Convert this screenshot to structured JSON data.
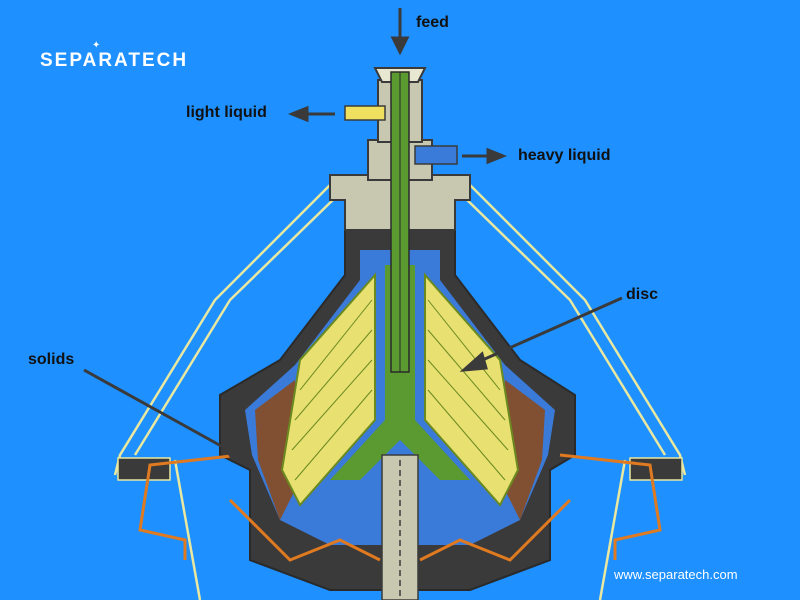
{
  "brand": {
    "name": "SEPARATECH",
    "website": "www.separatech.com"
  },
  "labels": {
    "feed": "feed",
    "light_liquid": "light liquid",
    "heavy_liquid": "heavy liquid",
    "disc": "disc",
    "solids": "solids"
  },
  "colors": {
    "background": "#1e90ff",
    "casing": "#3a3a3a",
    "disc_stack": "#e8e070",
    "liquid_green": "#5a9a30",
    "solids_brown": "#8a4a20",
    "light_outlet": "#f0e060",
    "heavy_outlet": "#3a7ad8",
    "solids_channel": "#e07a20"
  }
}
